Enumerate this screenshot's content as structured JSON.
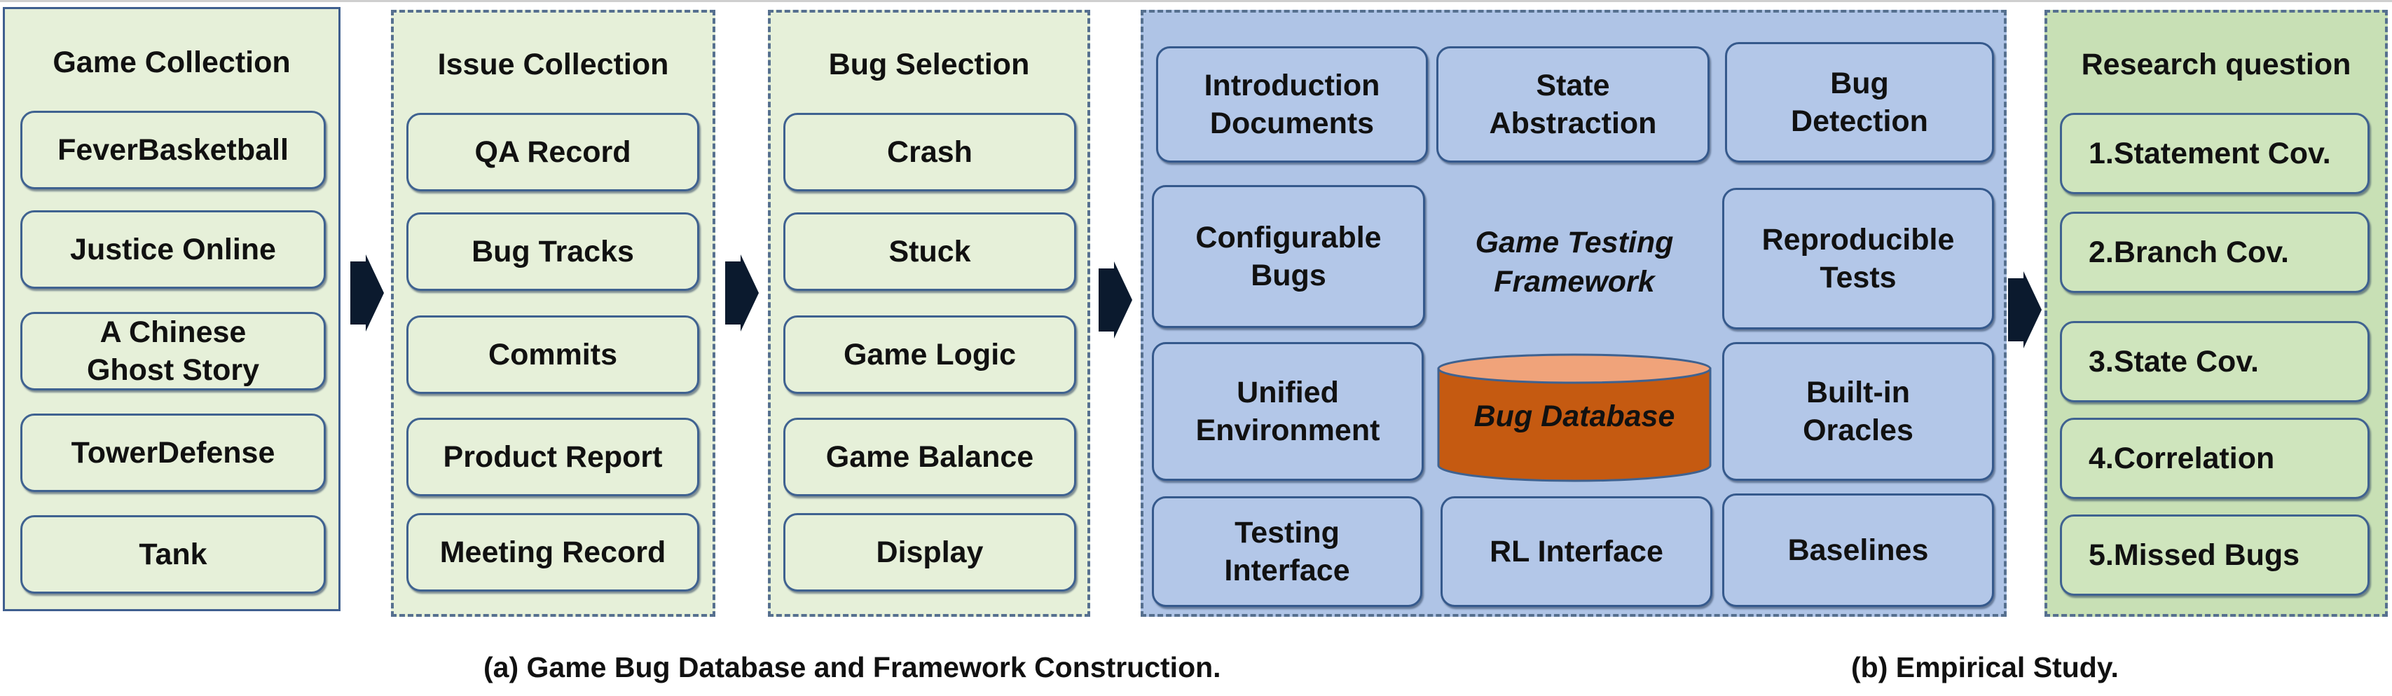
{
  "panels": {
    "game_collection": {
      "title": "Game Collection",
      "items": [
        "FeverBasketball",
        "Justice Online",
        "A Chinese",
        "Ghost Story",
        "TowerDefense",
        "Tank"
      ]
    },
    "issue_collection": {
      "title": "Issue Collection",
      "items": [
        "QA Record",
        "Bug Tracks",
        "Commits",
        "Product Report",
        "Meeting Record"
      ]
    },
    "bug_selection": {
      "title": "Bug Selection",
      "items": [
        "Crash",
        "Stuck",
        "Game Logic",
        "Game Balance",
        "Display"
      ]
    },
    "framework": {
      "title_line1": "Game Testing",
      "title_line2": "Framework",
      "database": "Bug Database",
      "boxes": {
        "intro_1": "Introduction",
        "intro_2": "Documents",
        "state_1": "State",
        "state_2": "Abstraction",
        "detect_1": "Bug",
        "detect_2": "Detection",
        "config_1": "Configurable",
        "config_2": "Bugs",
        "repro_1": "Reproducible",
        "repro_2": "Tests",
        "unified_1": "Unified",
        "unified_2": "Environment",
        "oracle_1": "Built-in",
        "oracle_2": "Oracles",
        "testing_1": "Testing",
        "testing_2": "Interface",
        "rl": "RL Interface",
        "baselines": "Baselines"
      }
    },
    "research_question": {
      "title": "Research question",
      "items": [
        "1.Statement Cov.",
        "2.Branch Cov.",
        "3.State Cov.",
        "4.Correlation",
        "5.Missed Bugs"
      ]
    }
  },
  "captions": {
    "a": "(a) Game Bug Database and Framework Construction.",
    "b": "(b) Empirical Study."
  },
  "colors": {
    "panel_green": "#e6f0d9",
    "rq_green": "#c8e0b5",
    "framework_blue": "#afc4e6",
    "database_orange": "#c55a11",
    "border_blue": "#3f6290"
  }
}
